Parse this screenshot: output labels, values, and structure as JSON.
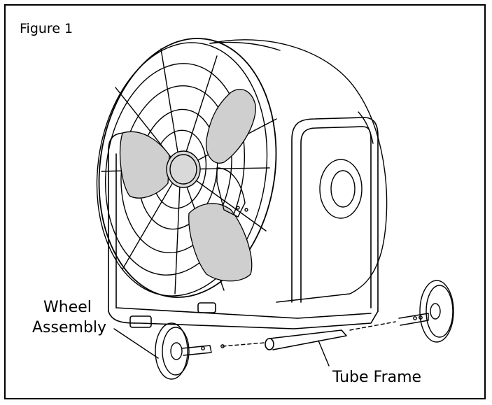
{
  "figure": {
    "label": "Figure 1",
    "callouts": {
      "wheel_line1": "Wheel",
      "wheel_line2": "Assembly",
      "tube": "Tube Frame"
    },
    "colors": {
      "line": "#000000",
      "blade_fill": "#cfcfcf",
      "hub_fill": "#d9d9d9"
    }
  }
}
